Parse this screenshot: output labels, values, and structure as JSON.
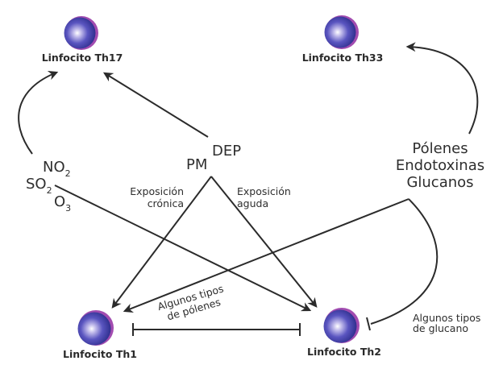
{
  "cells": {
    "th17": {
      "label": "Linfocito Th17"
    },
    "th33": {
      "label": "Linfocito Th33"
    },
    "th1": {
      "label": "Linfocito Th1"
    },
    "th2": {
      "label": "Linfocito Th2"
    }
  },
  "sources": {
    "gases": {
      "no2": "NO",
      "no2_sub": "2",
      "so2": "SO",
      "so2_sub": "2",
      "o3": "O",
      "o3_sub": "3"
    },
    "particles": {
      "dep": "DEP",
      "pm": "PM"
    },
    "biological": {
      "line1": "Pólenes",
      "line2": "Endotoxinas",
      "line3": "Glucanos"
    }
  },
  "edge_labels": {
    "chronic": {
      "line1": "Exposición",
      "line2": "crónica"
    },
    "acute": {
      "line1": "Exposición",
      "line2": "aguda"
    },
    "pollen": {
      "line1": "Algunos tipos",
      "line2": "de pólenes"
    },
    "glucan": {
      "line1": "Algunos tipos",
      "line2": "de glucano"
    }
  },
  "colors": {
    "cell_core": "#3a3a9a",
    "cell_highlight": "#ffffff",
    "cell_rim": "#a24cb0",
    "line": "#2b2b2b",
    "text": "#2e2e2e"
  }
}
